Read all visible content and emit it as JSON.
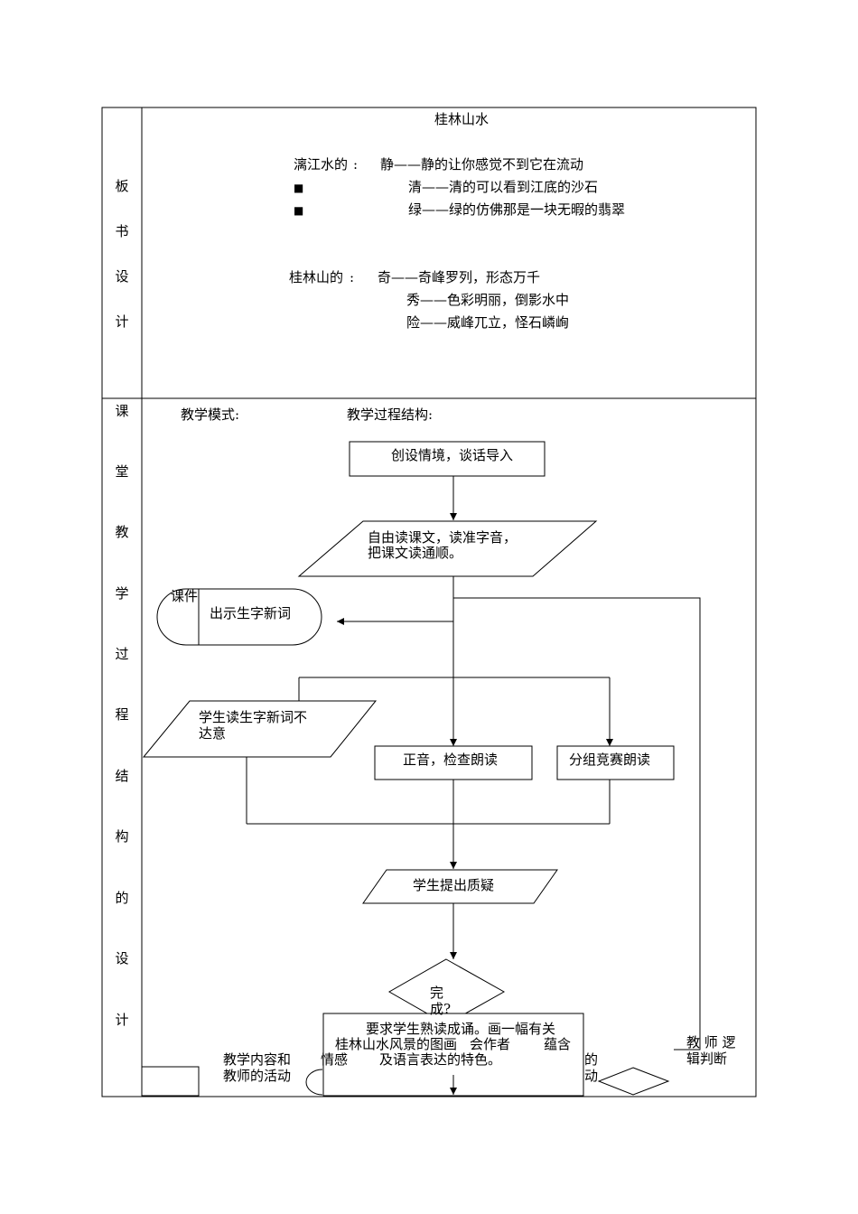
{
  "board": {
    "side_chars": [
      "板",
      "书",
      "设",
      "计"
    ],
    "title": "桂林山水",
    "water": {
      "label": "漓江水的",
      "colon": ":",
      "bullet": "■",
      "lines": [
        "静——静的让你感觉不到它在流动",
        "清——清的可以看到江底的沙石",
        "绿——绿的仿佛那是一块无暇的翡翠"
      ]
    },
    "hill": {
      "label": "桂林山的",
      "colon": ":",
      "lines": [
        "奇——奇峰罗列，形态万千",
        "秀——色彩明丽，倒影水中",
        "险——威峰兀立，怪石嶙峋"
      ]
    }
  },
  "process": {
    "side_chars": [
      "课",
      "堂",
      "教",
      "学",
      "过",
      "程",
      "结",
      "构",
      "的",
      "设",
      "计"
    ],
    "mode_label": "教学模式:",
    "structure_label": "教学过程结构:",
    "steps": {
      "intro": "创设情境，谈话导入",
      "read1": "自由读课文，读准字音，",
      "read2": "把课文读通顺。",
      "kejian": "课件",
      "show_words": "出示生字新词",
      "student_read1": "学生读生字新词不",
      "student_read2": "达意",
      "correct": "正音，检查朗读",
      "group": "分组竞赛朗读",
      "questions": "学生提出质疑",
      "done1": "完",
      "done2": "成?",
      "require1": "要求学生熟读成诵。画一幅有关",
      "require2": "桂林山水风景的图画",
      "require2b": "会作者",
      "require2c": "蕴含",
      "require3": "及语言表达的特色。",
      "teacher_logic1": "教 师 逻",
      "teacher_logic2": "辑判断"
    },
    "legend": {
      "content1": "教学内容和",
      "content2": "教师的活动",
      "emotion": "情感",
      "tail1": "的",
      "tail2": "动"
    }
  }
}
